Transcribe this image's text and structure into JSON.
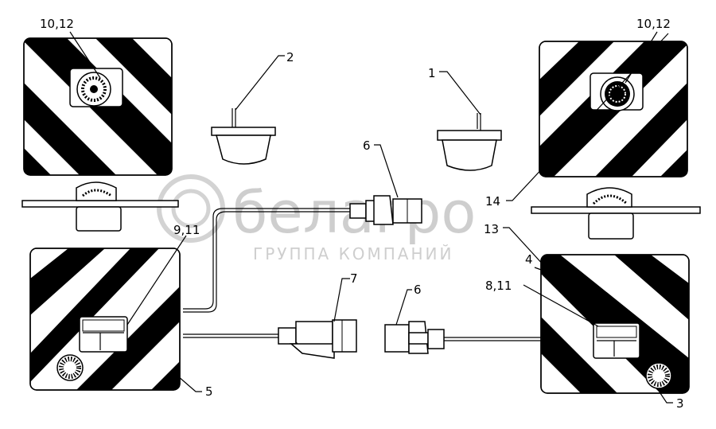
{
  "callouts": {
    "c_tl_1012": "10,12",
    "c_tr_1012": "10,12",
    "c_2": "2",
    "c_1": "1",
    "c_6_top": "6",
    "c_14": "14",
    "c_911": "9,11",
    "c_13": "13",
    "c_4": "4",
    "c_7": "7",
    "c_6_bot": "6",
    "c_811": "8,11",
    "c_5": "5",
    "c_3": "3"
  },
  "watermark": {
    "brand": "белагро",
    "subtitle": "ГРУППА КОМПАНИЙ"
  },
  "colors": {
    "ink": "#000000",
    "watermark": "#c9c9c9",
    "background": "#ffffff"
  }
}
